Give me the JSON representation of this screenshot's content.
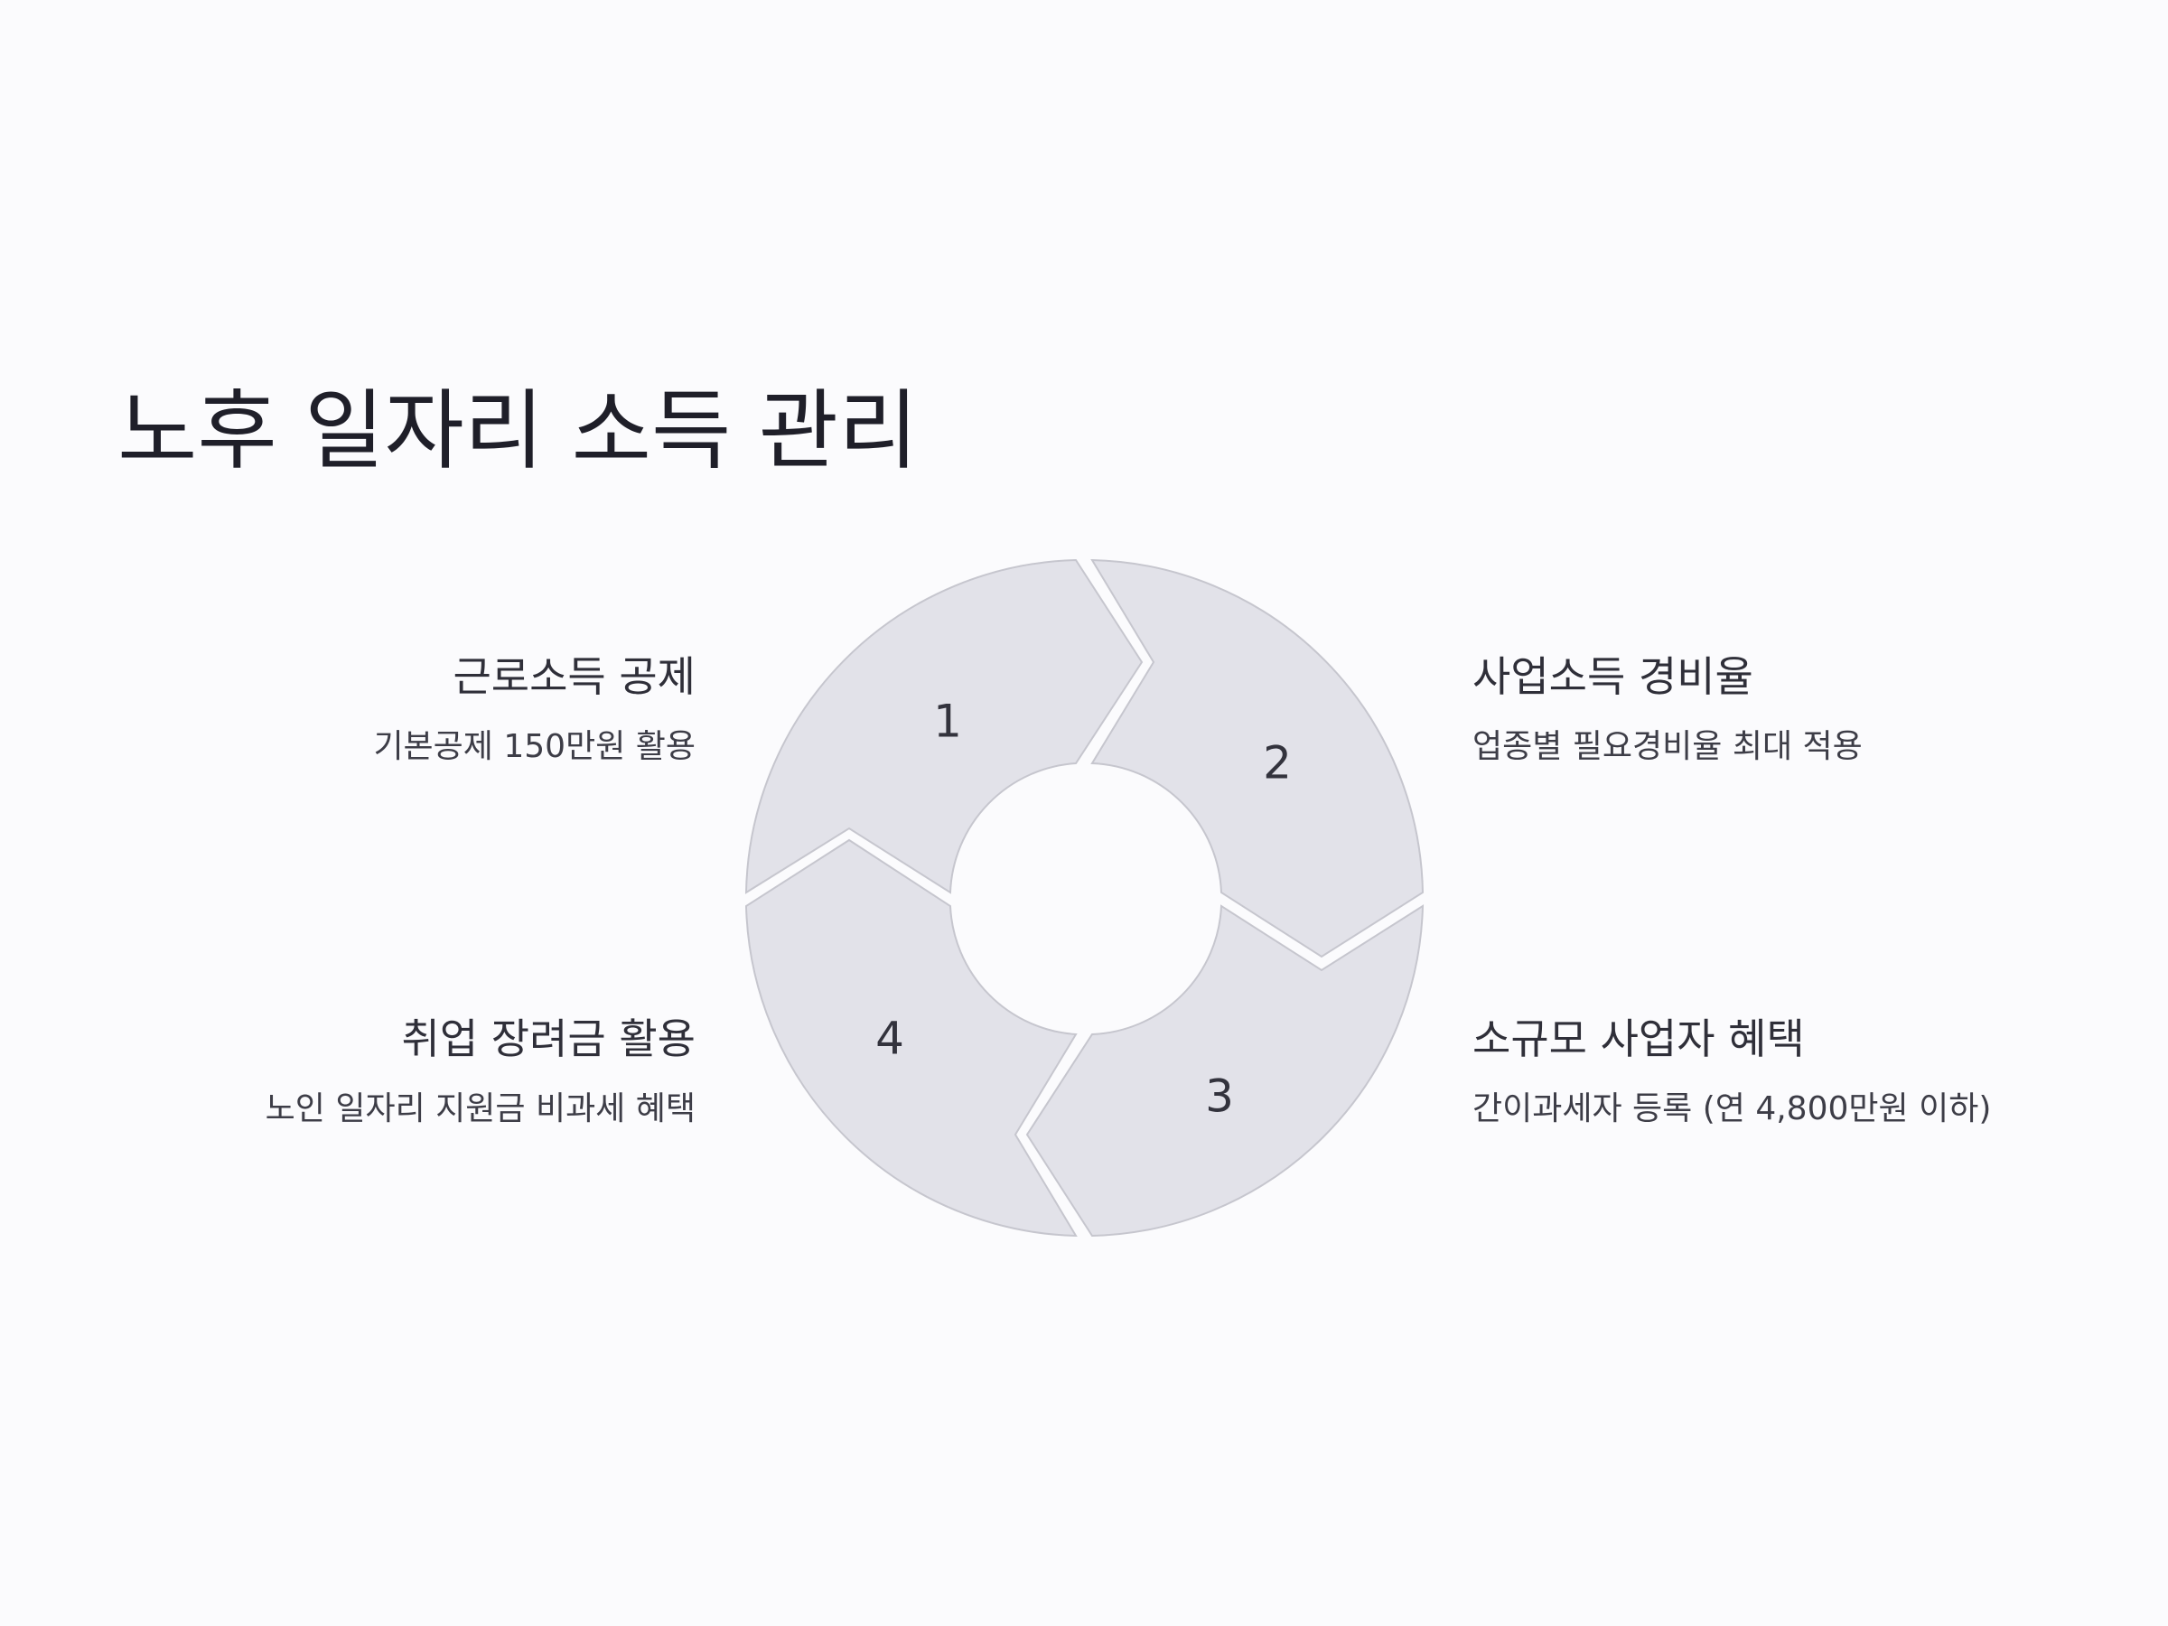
{
  "title": "노후 일자리 소득 관리",
  "steps": [
    {
      "number": "1",
      "heading": "근로소득 공제",
      "description": "기본공제 150만원 활용"
    },
    {
      "number": "2",
      "heading": "사업소득 경비율",
      "description": "업종별 필요경비율 최대 적용"
    },
    {
      "number": "3",
      "heading": "소규모 사업자 혜택",
      "description": "간이과세자 등록 (연 4,800만원 이하)"
    },
    {
      "number": "4",
      "heading": "취업 장려금 활용",
      "description": "노인 일자리 지원금 비과세 혜택"
    }
  ]
}
